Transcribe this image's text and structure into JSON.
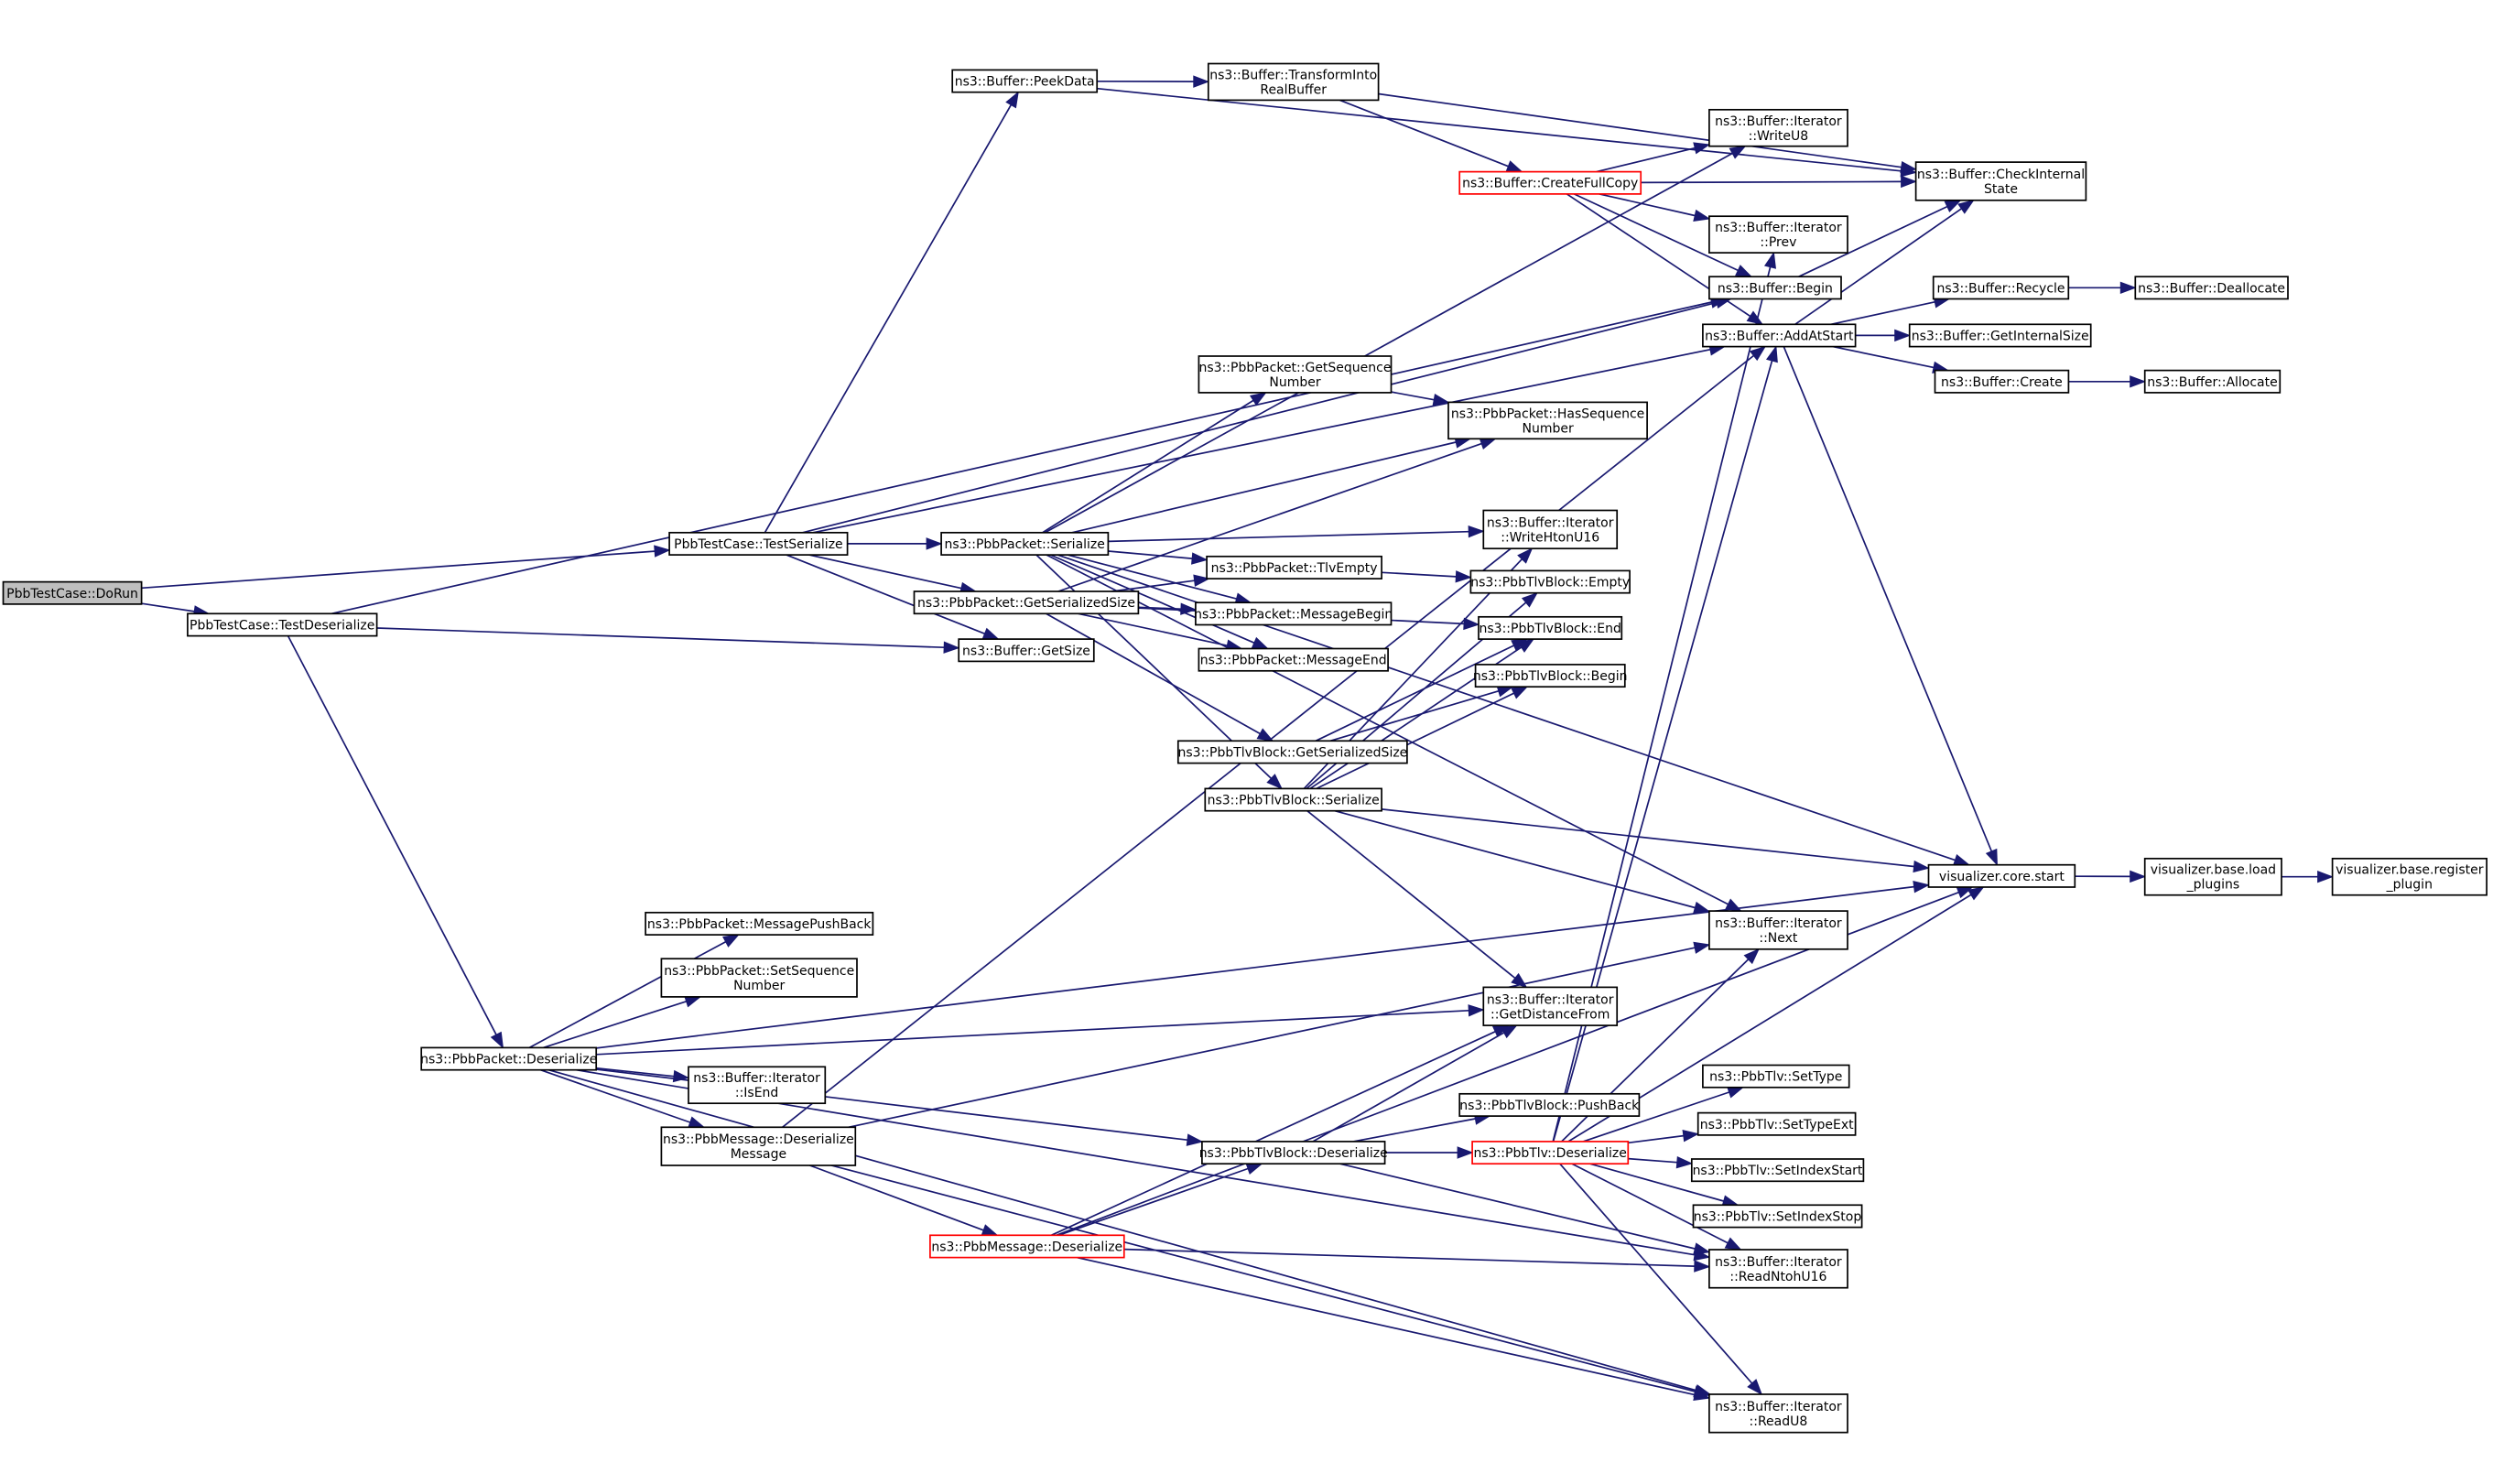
{
  "nodes": [
    {
      "id": "DoRun",
      "lines": [
        "PbbTestCase::DoRun"
      ]
    },
    {
      "id": "TestSerialize",
      "lines": [
        "PbbTestCase::TestSerialize"
      ]
    },
    {
      "id": "TestDeserialize",
      "lines": [
        "PbbTestCase::TestDeserialize"
      ]
    },
    {
      "id": "PeekData",
      "lines": [
        "ns3::Buffer::PeekData"
      ]
    },
    {
      "id": "TransformInto",
      "lines": [
        "ns3::Buffer::TransformInto",
        "RealBuffer"
      ]
    },
    {
      "id": "CreateFullCopy",
      "lines": [
        "ns3::Buffer::CreateFullCopy"
      ]
    },
    {
      "id": "WriteU8",
      "lines": [
        "ns3::Buffer::Iterator",
        "::WriteU8"
      ]
    },
    {
      "id": "CheckInternal",
      "lines": [
        "ns3::Buffer::CheckInternal",
        "State"
      ]
    },
    {
      "id": "Prev",
      "lines": [
        "ns3::Buffer::Iterator",
        "::Prev"
      ]
    },
    {
      "id": "BufBegin",
      "lines": [
        "ns3::Buffer::Begin"
      ]
    },
    {
      "id": "AddAtStart",
      "lines": [
        "ns3::Buffer::AddAtStart"
      ]
    },
    {
      "id": "Recycle",
      "lines": [
        "ns3::Buffer::Recycle"
      ]
    },
    {
      "id": "Deallocate",
      "lines": [
        "ns3::Buffer::Deallocate"
      ]
    },
    {
      "id": "GetInternalSize",
      "lines": [
        "ns3::Buffer::GetInternalSize"
      ]
    },
    {
      "id": "Create",
      "lines": [
        "ns3::Buffer::Create"
      ]
    },
    {
      "id": "Allocate",
      "lines": [
        "ns3::Buffer::Allocate"
      ]
    },
    {
      "id": "GetSeqNum",
      "lines": [
        "ns3::PbbPacket::GetSequence",
        "Number"
      ]
    },
    {
      "id": "HasSeqNum",
      "lines": [
        "ns3::PbbPacket::HasSequence",
        "Number"
      ]
    },
    {
      "id": "PktSerialize",
      "lines": [
        "ns3::PbbPacket::Serialize"
      ]
    },
    {
      "id": "WriteHtonU16",
      "lines": [
        "ns3::Buffer::Iterator",
        "::WriteHtonU16"
      ]
    },
    {
      "id": "TlvEmpty",
      "lines": [
        "ns3::PbbPacket::TlvEmpty"
      ]
    },
    {
      "id": "TlvBlockEmpty",
      "lines": [
        "ns3::PbbTlvBlock::Empty"
      ]
    },
    {
      "id": "GetSerializedSize",
      "lines": [
        "ns3::PbbPacket::GetSerializedSize"
      ]
    },
    {
      "id": "MessageBegin",
      "lines": [
        "ns3::PbbPacket::MessageBegin"
      ]
    },
    {
      "id": "TlvBlockEnd",
      "lines": [
        "ns3::PbbTlvBlock::End"
      ]
    },
    {
      "id": "GetSize",
      "lines": [
        "ns3::Buffer::GetSize"
      ]
    },
    {
      "id": "MessageEnd",
      "lines": [
        "ns3::PbbPacket::MessageEnd"
      ]
    },
    {
      "id": "TlvBlockBegin",
      "lines": [
        "ns3::PbbTlvBlock::Begin"
      ]
    },
    {
      "id": "TlvBlockGSS",
      "lines": [
        "ns3::PbbTlvBlock::GetSerializedSize"
      ]
    },
    {
      "id": "TlvBlockSerialize",
      "lines": [
        "ns3::PbbTlvBlock::Serialize"
      ]
    },
    {
      "id": "VizStart",
      "lines": [
        "visualizer.core.start"
      ]
    },
    {
      "id": "LoadPlugins",
      "lines": [
        "visualizer.base.load",
        "_plugins"
      ]
    },
    {
      "id": "RegisterPlugin",
      "lines": [
        "visualizer.base.register",
        "_plugin"
      ]
    },
    {
      "id": "MessagePushBack",
      "lines": [
        "ns3::PbbPacket::MessagePushBack"
      ]
    },
    {
      "id": "Next",
      "lines": [
        "ns3::Buffer::Iterator",
        "::Next"
      ]
    },
    {
      "id": "SetSeqNum",
      "lines": [
        "ns3::PbbPacket::SetSequence",
        "Number"
      ]
    },
    {
      "id": "GetDistanceFrom",
      "lines": [
        "ns3::Buffer::Iterator",
        "::GetDistanceFrom"
      ]
    },
    {
      "id": "PktDeserialize",
      "lines": [
        "ns3::PbbPacket::Deserialize"
      ]
    },
    {
      "id": "IsEnd",
      "lines": [
        "ns3::Buffer::Iterator",
        "::IsEnd"
      ]
    },
    {
      "id": "SetType",
      "lines": [
        "ns3::PbbTlv::SetType"
      ]
    },
    {
      "id": "TlvBlockPushBack",
      "lines": [
        "ns3::PbbTlvBlock::PushBack"
      ]
    },
    {
      "id": "DeserializeMessage",
      "lines": [
        "ns3::PbbMessage::Deserialize",
        "Message"
      ]
    },
    {
      "id": "SetTypeExt",
      "lines": [
        "ns3::PbbTlv::SetTypeExt"
      ]
    },
    {
      "id": "TlvBlockDeserialize",
      "lines": [
        "ns3::PbbTlvBlock::Deserialize"
      ]
    },
    {
      "id": "TlvDeserialize",
      "lines": [
        "ns3::PbbTlv::Deserialize"
      ]
    },
    {
      "id": "SetIndexStart",
      "lines": [
        "ns3::PbbTlv::SetIndexStart"
      ]
    },
    {
      "id": "SetIndexStop",
      "lines": [
        "ns3::PbbTlv::SetIndexStop"
      ]
    },
    {
      "id": "MsgDeserialize",
      "lines": [
        "ns3::PbbMessage::Deserialize"
      ]
    },
    {
      "id": "ReadNtohU16",
      "lines": [
        "ns3::Buffer::Iterator",
        "::ReadNtohU16"
      ]
    },
    {
      "id": "ReadU8",
      "lines": [
        "ns3::Buffer::Iterator",
        "::ReadU8"
      ]
    }
  ],
  "edges": [
    [
      "DoRun",
      "TestSerialize"
    ],
    [
      "DoRun",
      "TestDeserialize"
    ],
    [
      "TestSerialize",
      "PeekData"
    ],
    [
      "TestSerialize",
      "BufBegin"
    ],
    [
      "TestSerialize",
      "AddAtStart"
    ],
    [
      "TestSerialize",
      "PktSerialize"
    ],
    [
      "TestSerialize",
      "GetSerializedSize"
    ],
    [
      "TestSerialize",
      "GetSize"
    ],
    [
      "TestDeserialize",
      "BufBegin"
    ],
    [
      "TestDeserialize",
      "GetSize"
    ],
    [
      "TestDeserialize",
      "PktDeserialize"
    ],
    [
      "PeekData",
      "TransformInto"
    ],
    [
      "PeekData",
      "CheckInternal"
    ],
    [
      "TransformInto",
      "CreateFullCopy"
    ],
    [
      "TransformInto",
      "CheckInternal"
    ],
    [
      "CreateFullCopy",
      "WriteU8"
    ],
    [
      "CreateFullCopy",
      "CheckInternal"
    ],
    [
      "CreateFullCopy",
      "Prev"
    ],
    [
      "CreateFullCopy",
      "BufBegin"
    ],
    [
      "CreateFullCopy",
      "AddAtStart"
    ],
    [
      "BufBegin",
      "CheckInternal"
    ],
    [
      "AddAtStart",
      "CheckInternal"
    ],
    [
      "AddAtStart",
      "Recycle"
    ],
    [
      "AddAtStart",
      "GetInternalSize"
    ],
    [
      "AddAtStart",
      "Create"
    ],
    [
      "AddAtStart",
      "VizStart"
    ],
    [
      "Recycle",
      "Deallocate"
    ],
    [
      "Create",
      "Allocate"
    ],
    [
      "GetSeqNum",
      "HasSeqNum"
    ],
    [
      "PktSerialize",
      "WriteU8"
    ],
    [
      "PktSerialize",
      "GetSeqNum"
    ],
    [
      "PktSerialize",
      "HasSeqNum"
    ],
    [
      "PktSerialize",
      "VizStart"
    ],
    [
      "PktSerialize",
      "WriteHtonU16"
    ],
    [
      "PktSerialize",
      "TlvEmpty"
    ],
    [
      "PktSerialize",
      "MessageBegin"
    ],
    [
      "PktSerialize",
      "MessageEnd"
    ],
    [
      "PktSerialize",
      "TlvBlockSerialize"
    ],
    [
      "PktSerialize",
      "Next"
    ],
    [
      "TlvEmpty",
      "TlvBlockEmpty"
    ],
    [
      "GetSerializedSize",
      "HasSeqNum"
    ],
    [
      "GetSerializedSize",
      "TlvEmpty"
    ],
    [
      "GetSerializedSize",
      "MessageBegin"
    ],
    [
      "GetSerializedSize",
      "MessageEnd"
    ],
    [
      "GetSerializedSize",
      "TlvBlockGSS"
    ],
    [
      "GetSerializedSize",
      "TlvBlockEnd"
    ],
    [
      "TlvBlockGSS",
      "TlvBlockBegin"
    ],
    [
      "TlvBlockGSS",
      "TlvBlockEnd"
    ],
    [
      "TlvBlockSerialize",
      "WriteHtonU16"
    ],
    [
      "TlvBlockSerialize",
      "TlvBlockEmpty"
    ],
    [
      "TlvBlockSerialize",
      "TlvBlockEnd"
    ],
    [
      "TlvBlockSerialize",
      "TlvBlockBegin"
    ],
    [
      "TlvBlockSerialize",
      "VizStart"
    ],
    [
      "TlvBlockSerialize",
      "Next"
    ],
    [
      "TlvBlockSerialize",
      "GetDistanceFrom"
    ],
    [
      "VizStart",
      "LoadPlugins"
    ],
    [
      "LoadPlugins",
      "RegisterPlugin"
    ],
    [
      "PktDeserialize",
      "VizStart"
    ],
    [
      "PktDeserialize",
      "MessagePushBack"
    ],
    [
      "PktDeserialize",
      "SetSeqNum"
    ],
    [
      "PktDeserialize",
      "GetDistanceFrom"
    ],
    [
      "PktDeserialize",
      "IsEnd"
    ],
    [
      "PktDeserialize",
      "DeserializeMessage"
    ],
    [
      "PktDeserialize",
      "TlvBlockDeserialize"
    ],
    [
      "PktDeserialize",
      "ReadNtohU16"
    ],
    [
      "PktDeserialize",
      "ReadU8"
    ],
    [
      "DeserializeMessage",
      "AddAtStart"
    ],
    [
      "DeserializeMessage",
      "Next"
    ],
    [
      "DeserializeMessage",
      "MsgDeserialize"
    ],
    [
      "DeserializeMessage",
      "ReadU8"
    ],
    [
      "MsgDeserialize",
      "TlvBlockDeserialize"
    ],
    [
      "MsgDeserialize",
      "GetDistanceFrom"
    ],
    [
      "MsgDeserialize",
      "VizStart"
    ],
    [
      "MsgDeserialize",
      "ReadNtohU16"
    ],
    [
      "MsgDeserialize",
      "ReadU8"
    ],
    [
      "TlvBlockDeserialize",
      "GetDistanceFrom"
    ],
    [
      "TlvBlockDeserialize",
      "TlvBlockPushBack"
    ],
    [
      "TlvBlockDeserialize",
      "TlvDeserialize"
    ],
    [
      "TlvBlockDeserialize",
      "ReadNtohU16"
    ],
    [
      "TlvDeserialize",
      "Prev"
    ],
    [
      "TlvDeserialize",
      "AddAtStart"
    ],
    [
      "TlvDeserialize",
      "VizStart"
    ],
    [
      "TlvDeserialize",
      "Next"
    ],
    [
      "TlvDeserialize",
      "SetType"
    ],
    [
      "TlvDeserialize",
      "SetTypeExt"
    ],
    [
      "TlvDeserialize",
      "SetIndexStart"
    ],
    [
      "TlvDeserialize",
      "SetIndexStop"
    ],
    [
      "TlvDeserialize",
      "ReadNtohU16"
    ],
    [
      "TlvDeserialize",
      "ReadU8"
    ]
  ]
}
